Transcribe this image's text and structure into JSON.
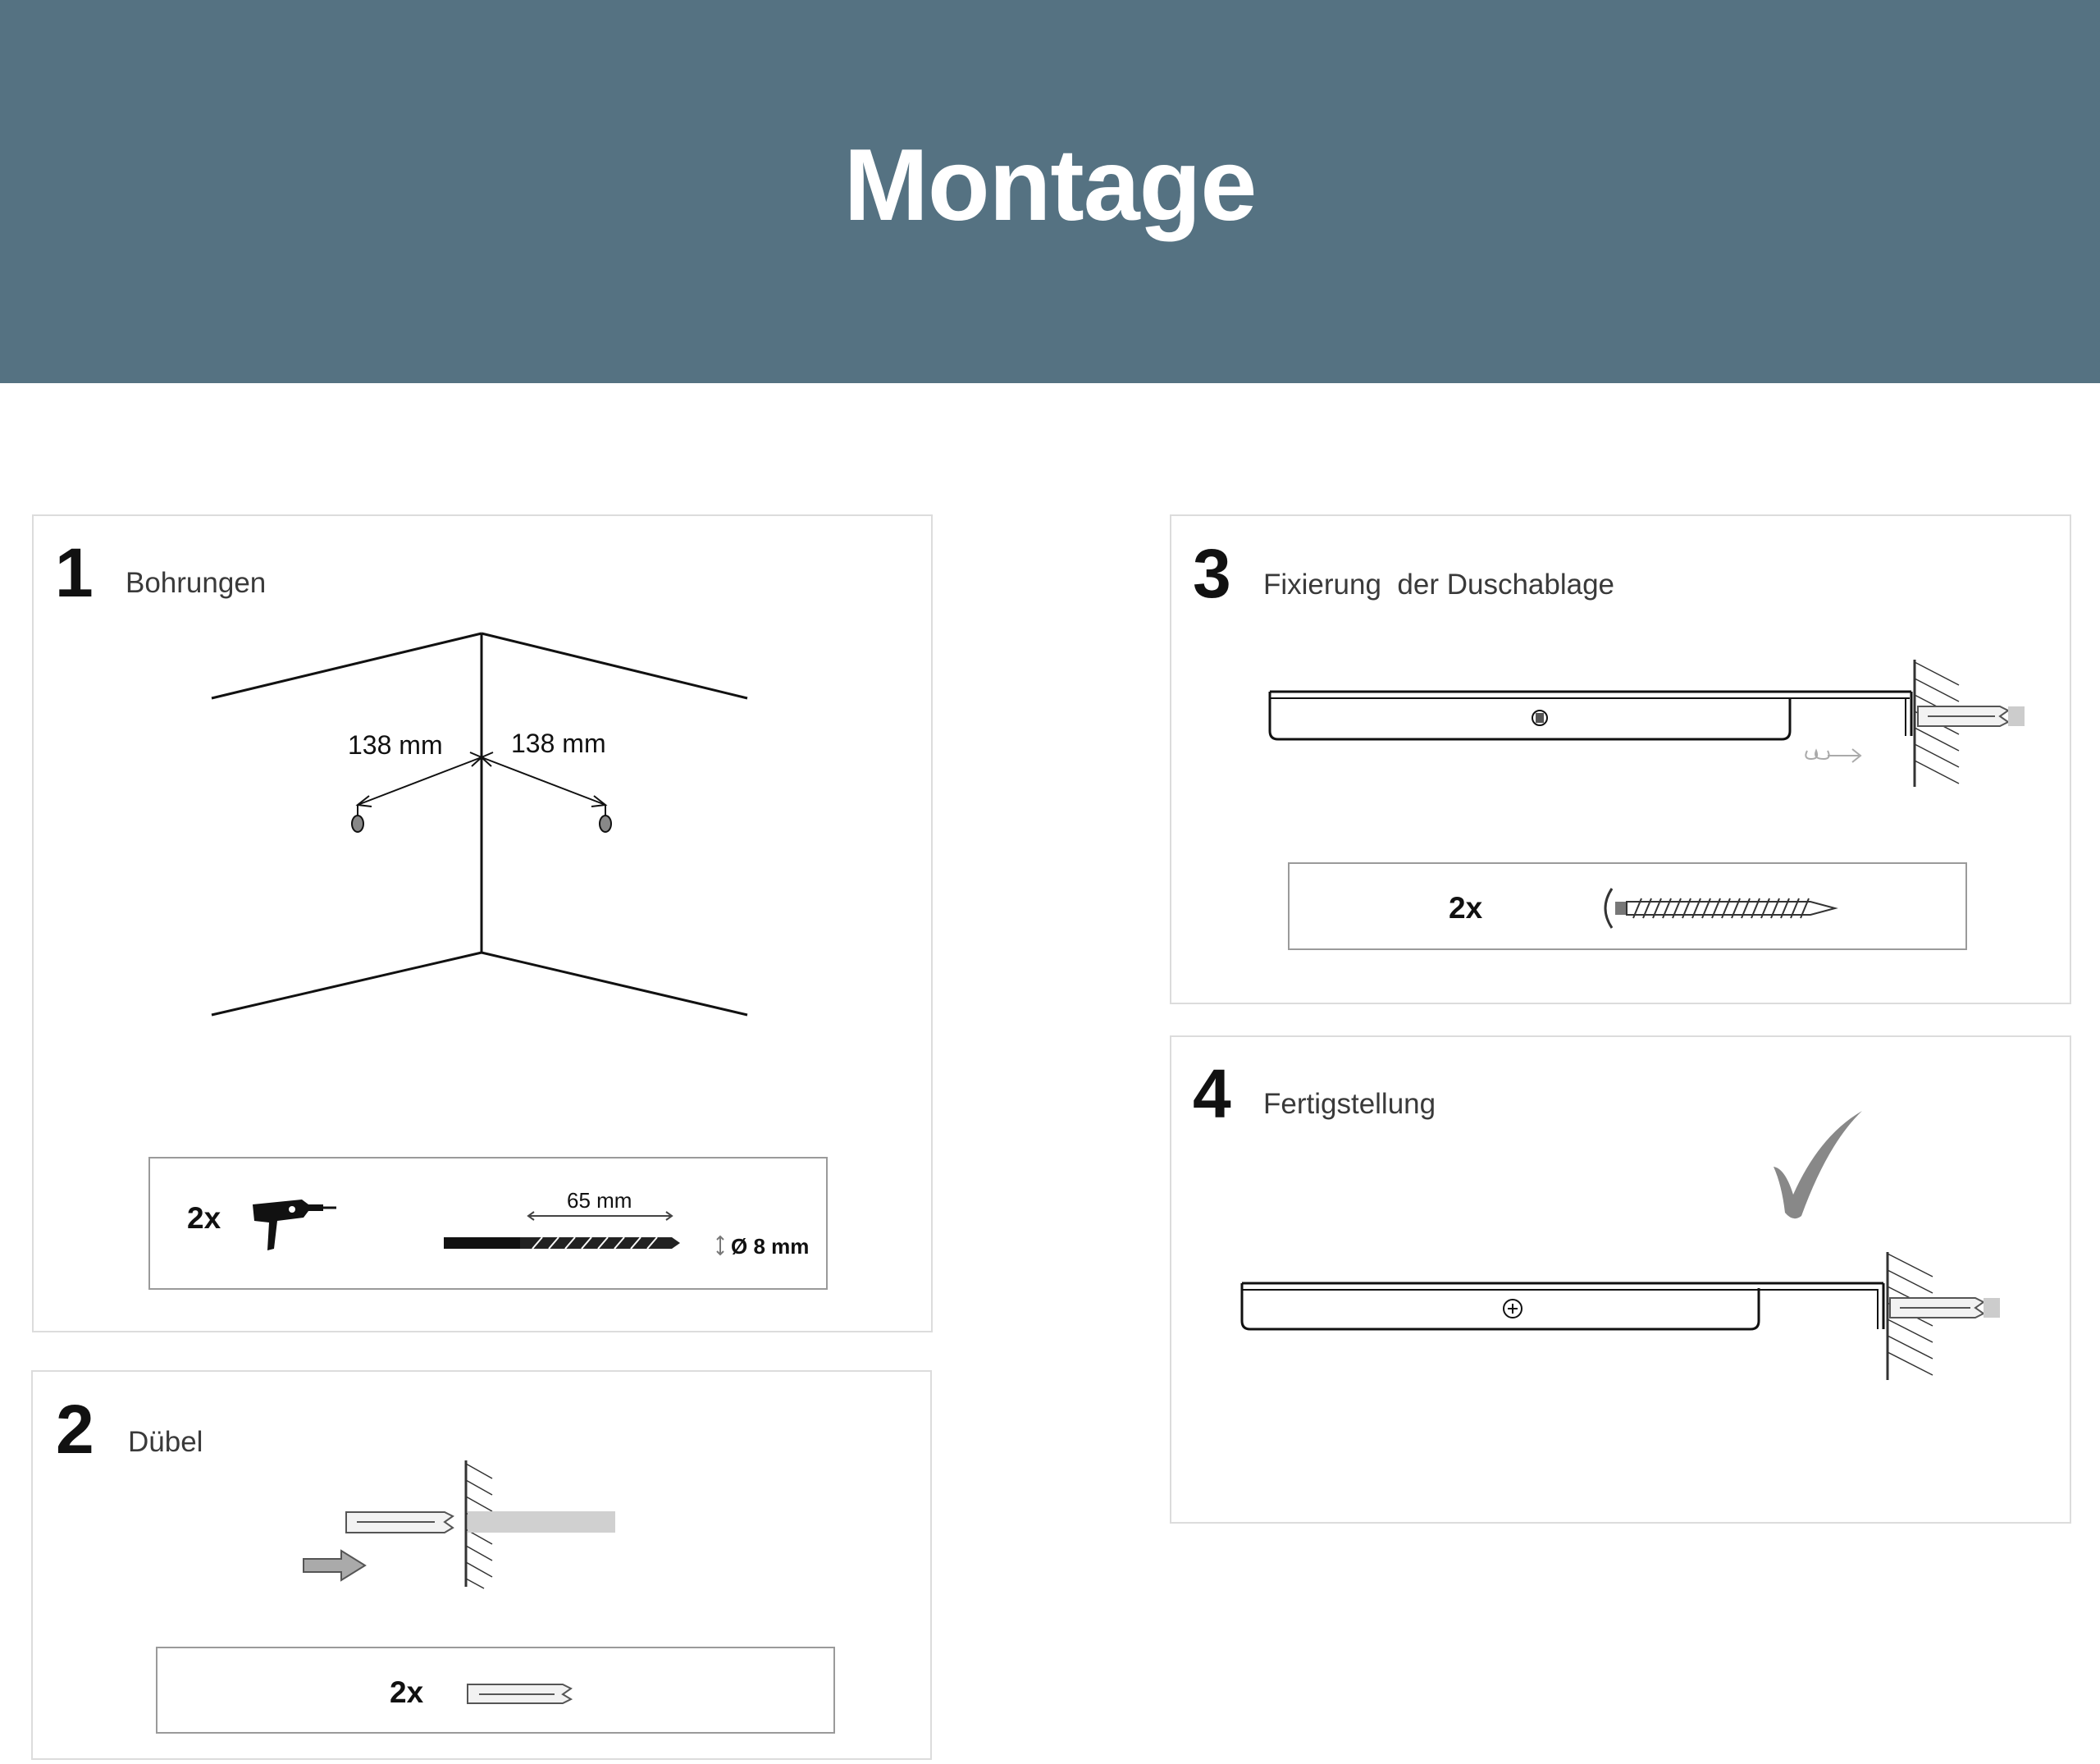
{
  "header": {
    "title": "Montage"
  },
  "steps": [
    {
      "number": "1",
      "title": "Bohrungen",
      "left_distance": "138 mm",
      "right_distance": "138 mm",
      "tools": {
        "quantity": "2x",
        "drill_length": "65 mm",
        "drill_diameter": "Ø 8 mm"
      }
    },
    {
      "number": "2",
      "title": "Dübel",
      "parts": {
        "quantity": "2x"
      }
    },
    {
      "number": "3",
      "title": "Fixierung  der Duschablage",
      "parts": {
        "quantity": "2x"
      }
    },
    {
      "number": "4",
      "title": "Fertigstellung"
    }
  ],
  "icons": [
    "drill-icon",
    "drill-bit-icon",
    "wall-plug-icon",
    "screw-icon",
    "arrow-right-icon",
    "checkmark-icon",
    "wall-hatch-icon",
    "shelf-icon"
  ],
  "colors": {
    "header_bg": "#557282",
    "panel_border": "#dcdcdc",
    "box_border": "#9a9a9a"
  }
}
